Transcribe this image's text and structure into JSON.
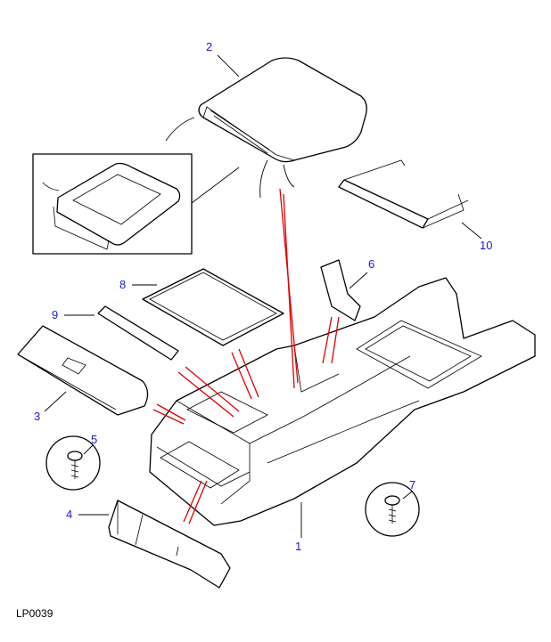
{
  "diagram": {
    "reference_code": "LP0039",
    "callouts": [
      "1",
      "2",
      "3",
      "4",
      "5",
      "6",
      "7",
      "8",
      "9",
      "10"
    ],
    "callout_color": "#1a1acc",
    "guide_line_color": "#e00000"
  }
}
